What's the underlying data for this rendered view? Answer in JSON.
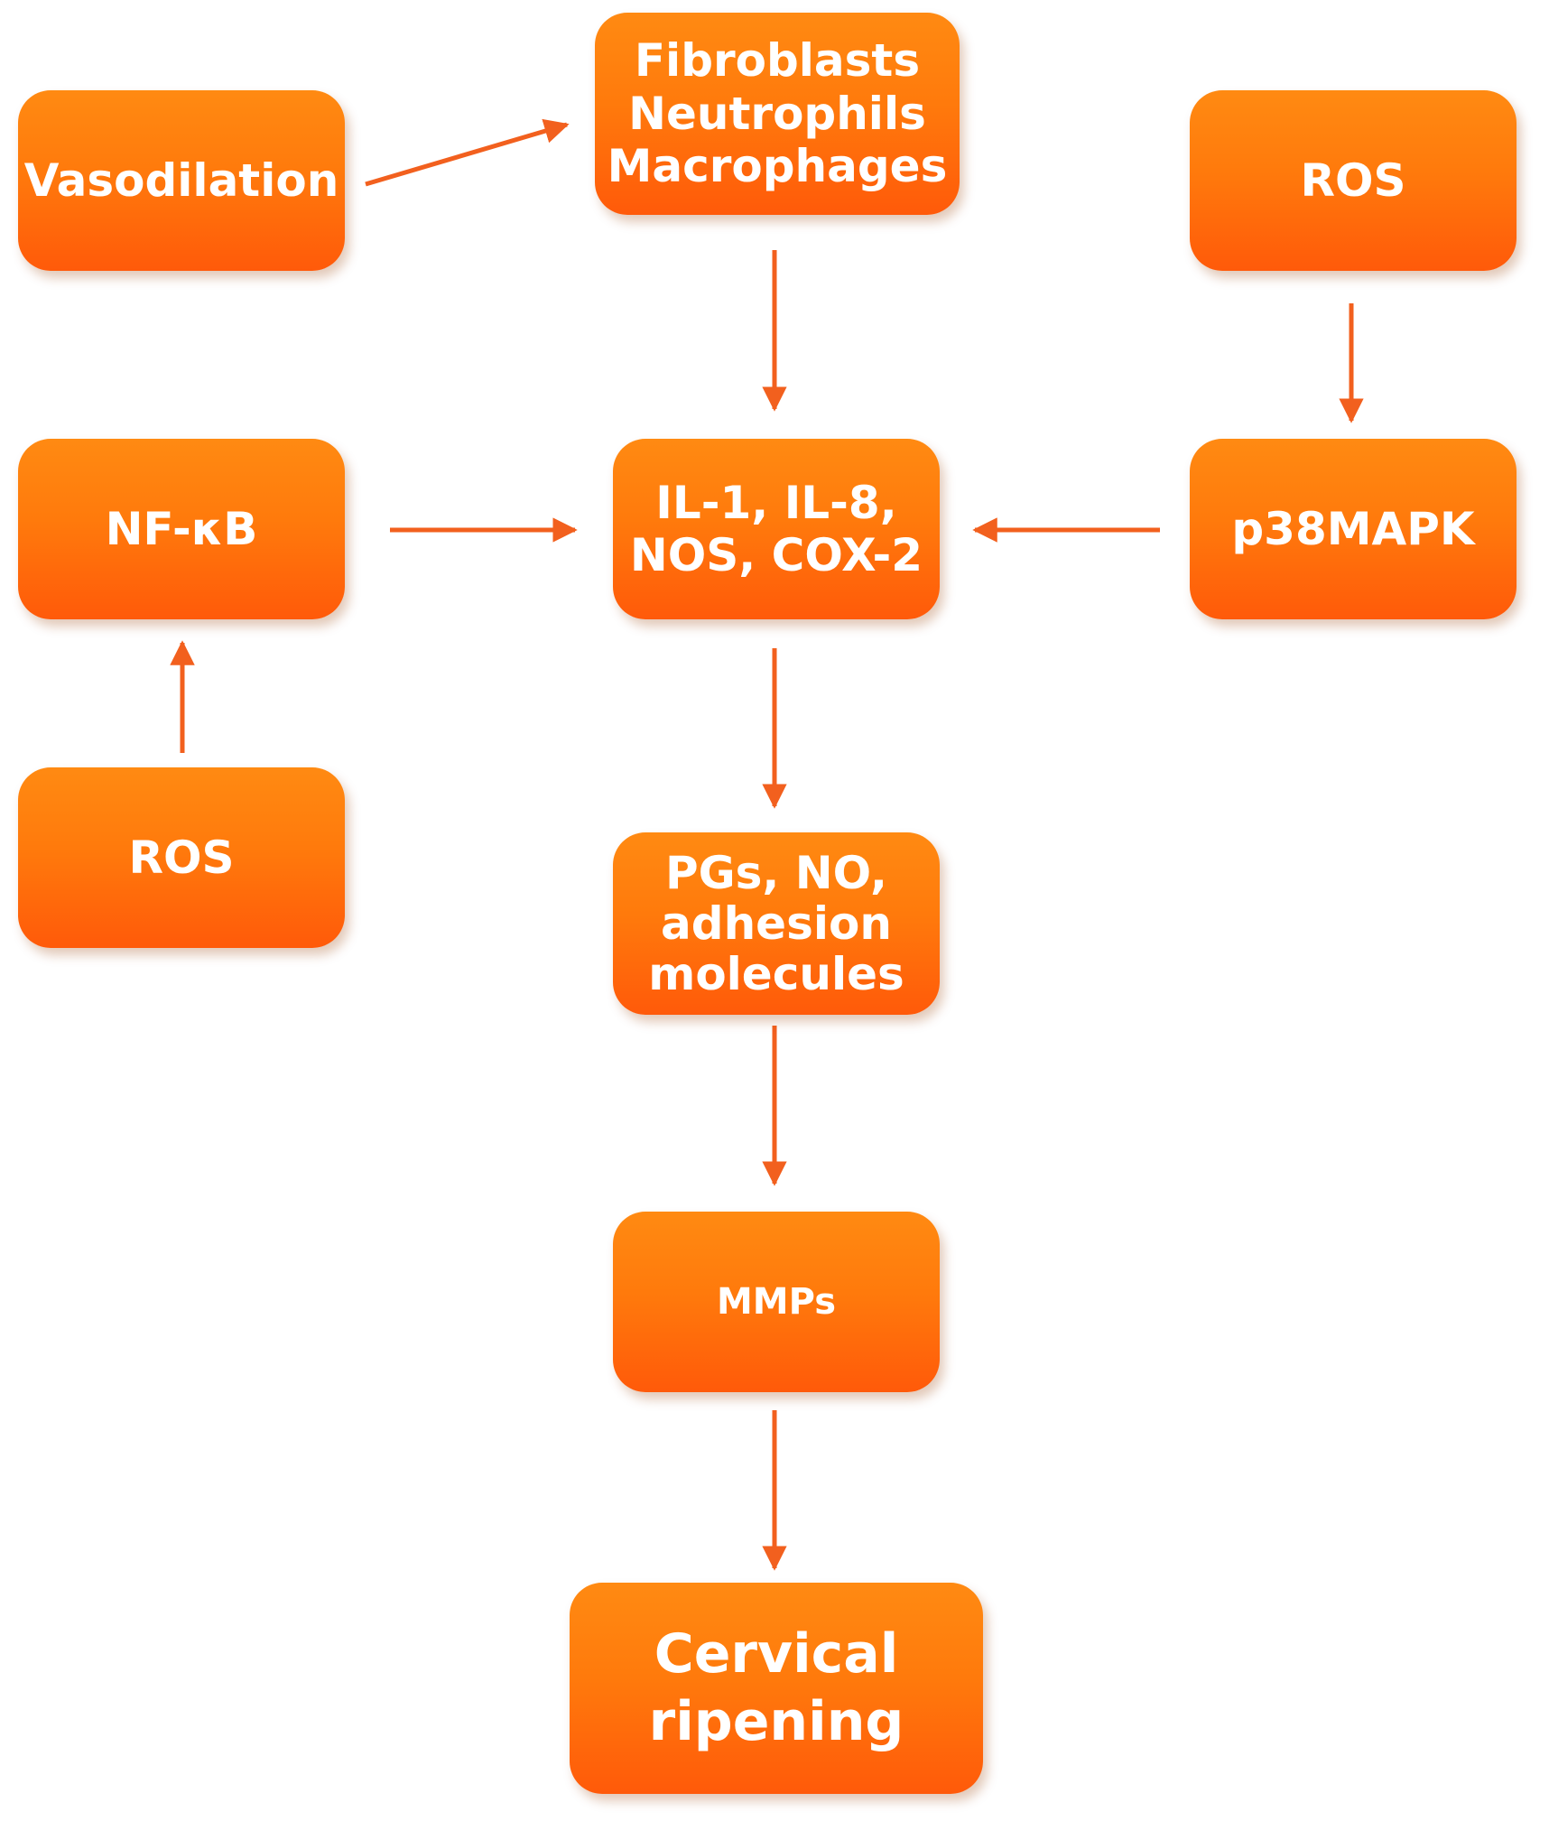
{
  "nodes": {
    "vasodilation": {
      "lines": [
        "Vasodilation"
      ]
    },
    "immune_cells": {
      "lines": [
        "Fibroblasts",
        "Neutrophils",
        "Macrophages"
      ]
    },
    "ros_right": {
      "lines": [
        "ROS"
      ]
    },
    "nfkb": {
      "lines": [
        "NF-κB"
      ]
    },
    "cytokines": {
      "lines": [
        "IL-1, IL-8,",
        "NOS, COX-2"
      ]
    },
    "p38mapk": {
      "lines": [
        "p38MAPK"
      ]
    },
    "ros_left": {
      "lines": [
        "ROS"
      ]
    },
    "mediators": {
      "lines": [
        "PGs, NO,",
        "adhesion",
        "molecules"
      ]
    },
    "mmps": {
      "lines": [
        "MMPs"
      ]
    },
    "cervical_ripening": {
      "lines": [
        "Cervical",
        "ripening"
      ]
    }
  },
  "edges": [
    {
      "from": "vasodilation",
      "to": "immune_cells"
    },
    {
      "from": "immune_cells",
      "to": "cytokines"
    },
    {
      "from": "ros_right",
      "to": "p38mapk"
    },
    {
      "from": "nfkb",
      "to": "cytokines"
    },
    {
      "from": "p38mapk",
      "to": "cytokines"
    },
    {
      "from": "ros_left",
      "to": "nfkb"
    },
    {
      "from": "cytokines",
      "to": "mediators"
    },
    {
      "from": "mediators",
      "to": "mmps"
    },
    {
      "from": "mmps",
      "to": "cervical_ripening"
    }
  ],
  "colors": {
    "node": "#ff7a0c",
    "arrow": "#f2601e",
    "text": "#ffffff"
  }
}
